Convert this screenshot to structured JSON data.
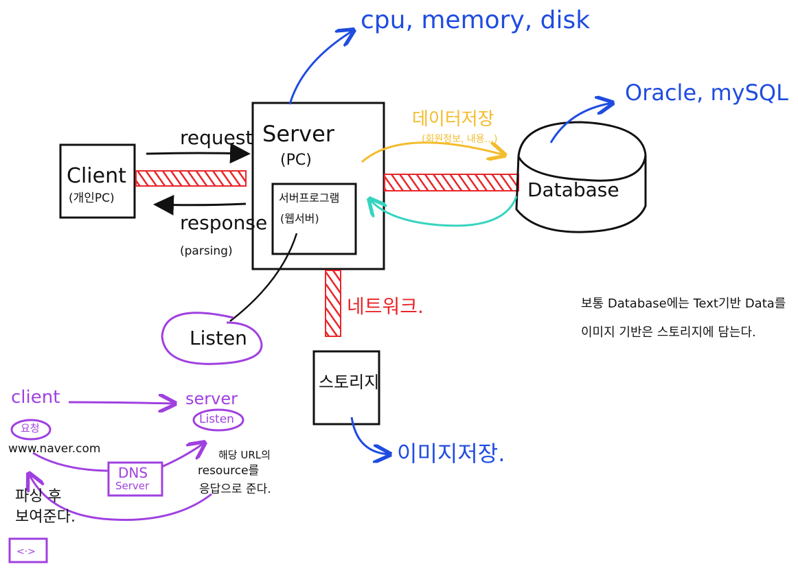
{
  "colors": {
    "ink": "#111111",
    "blue": "#1f4ce0",
    "red": "#e8262a",
    "yellow": "#f3bc2c",
    "teal": "#36d4c0",
    "purple": "#a040e0"
  },
  "main": {
    "client_label": "Client",
    "client_sub": "(개인PC)",
    "request_label": "request",
    "response_label": "response",
    "parsing_label": "(parsing)",
    "server_label": "Server",
    "server_sub": "(PC)",
    "server_program_label": "서버프로그램",
    "server_program_sub": "(웹서버)",
    "listen_label": "Listen",
    "resources_label": "cpu, memory, disk",
    "data_store_label": "데이터저장",
    "data_store_sub": "(회원정보, 내용...)",
    "database_label": "Database",
    "db_examples_label": "Oracle, mySQL",
    "network_label": "네트워크.",
    "storage_label": "스토리지",
    "image_store_label": "이미지저장.",
    "note_line1": "보통 Database에는 Text기반 Data를",
    "note_line2": "이미지 기반은 스토리지에 담는다."
  },
  "dns": {
    "client_label": "client",
    "request_label": "요청",
    "url_label": "www.naver.com",
    "server_label": "server",
    "listen_label": "Listen",
    "dns_label": "DNS",
    "dns_sub": "Server",
    "url_resource_line1": "해당 URL의",
    "url_resource_line2": "resource를",
    "url_resource_line3": "응답으로 준다.",
    "parse_line1": "파싱 후",
    "parse_line2": "보여준다."
  }
}
